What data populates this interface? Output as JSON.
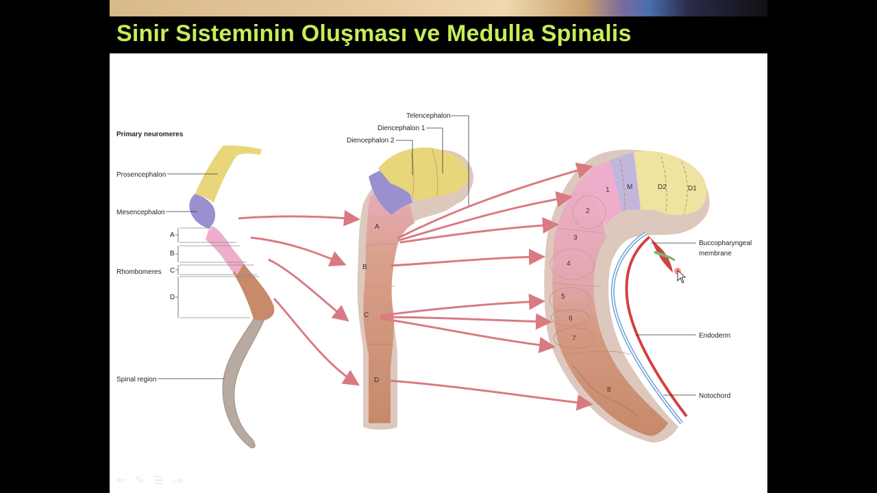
{
  "slide": {
    "title": "Sinir Sisteminin Oluşması ve Medulla Spinalis"
  },
  "diagram": {
    "heading": "Primary neuromeres",
    "left_labels": {
      "prosencephalon": "Prosencephalon",
      "mesencephalon": "Mesencephalon",
      "rhombomeres": "Rhombomeres",
      "spinal_region": "Spinal region",
      "a": "A",
      "b": "B",
      "c": "C",
      "d": "D"
    },
    "middle_labels": {
      "telencephalon": "Telencephalon",
      "diencephalon1": "Diencephalon 1",
      "diencephalon2": "Diencephalon 2",
      "a": "A",
      "b": "B",
      "c": "C",
      "d": "D"
    },
    "right_labels": {
      "m": "M",
      "d2": "D2",
      "d1": "D1",
      "r1": "1",
      "r2": "2",
      "r3": "3",
      "r4": "4",
      "r5": "5",
      "r6": "6",
      "r7": "7",
      "r8": "8",
      "buccopharyngeal_line1": "Buccopharyngeal",
      "buccopharyngeal_line2": "membrane",
      "endoderm": "Endoderm",
      "notochord": "Notochord"
    }
  },
  "colors": {
    "title": "#c8ec5a",
    "prosencephalon": "#e8d67a",
    "mesencephalon": "#9a8fcf",
    "rhombomere": "#eeaecb",
    "hindbrain_lower": "#c98a6a",
    "spinal": "#b8aaa0",
    "arrow": "#d97a82",
    "notochord": "#6aa0d8",
    "endoderm": "#d44040"
  }
}
